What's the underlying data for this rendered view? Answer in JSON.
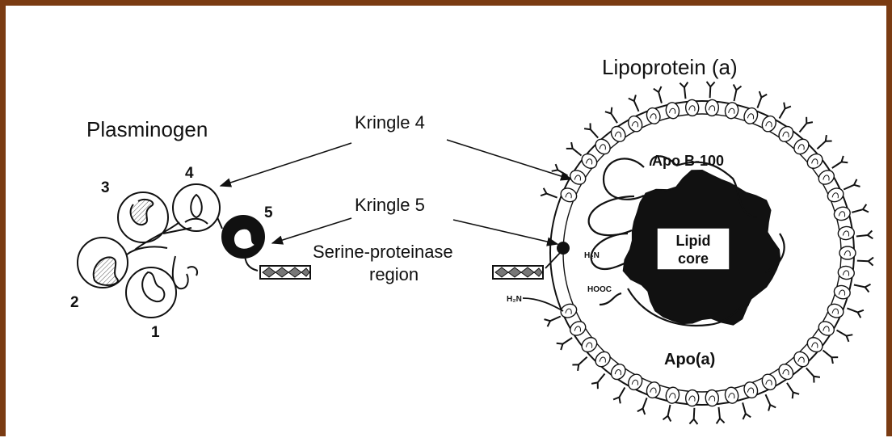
{
  "colors": {
    "frame": "#7a3b12",
    "ink": "#111111",
    "background": "#ffffff"
  },
  "plasminogen": {
    "title": "Plasminogen",
    "kringle_numbers": [
      "1",
      "2",
      "3",
      "4",
      "5"
    ]
  },
  "labels": {
    "kringle4": "Kringle 4",
    "kringle5": "Kringle 5",
    "serine_line1": "Serine-proteinase",
    "serine_line2": "region"
  },
  "lipoprotein": {
    "title": "Lipoprotein (a)",
    "apo_b100": "Apo B-100",
    "apo_a": "Apo(a)",
    "core_line1": "Lipid",
    "core_line2": "core",
    "h2n_1": "H₂N",
    "h2n_2": "H₂N",
    "hooc": "HOOC"
  }
}
